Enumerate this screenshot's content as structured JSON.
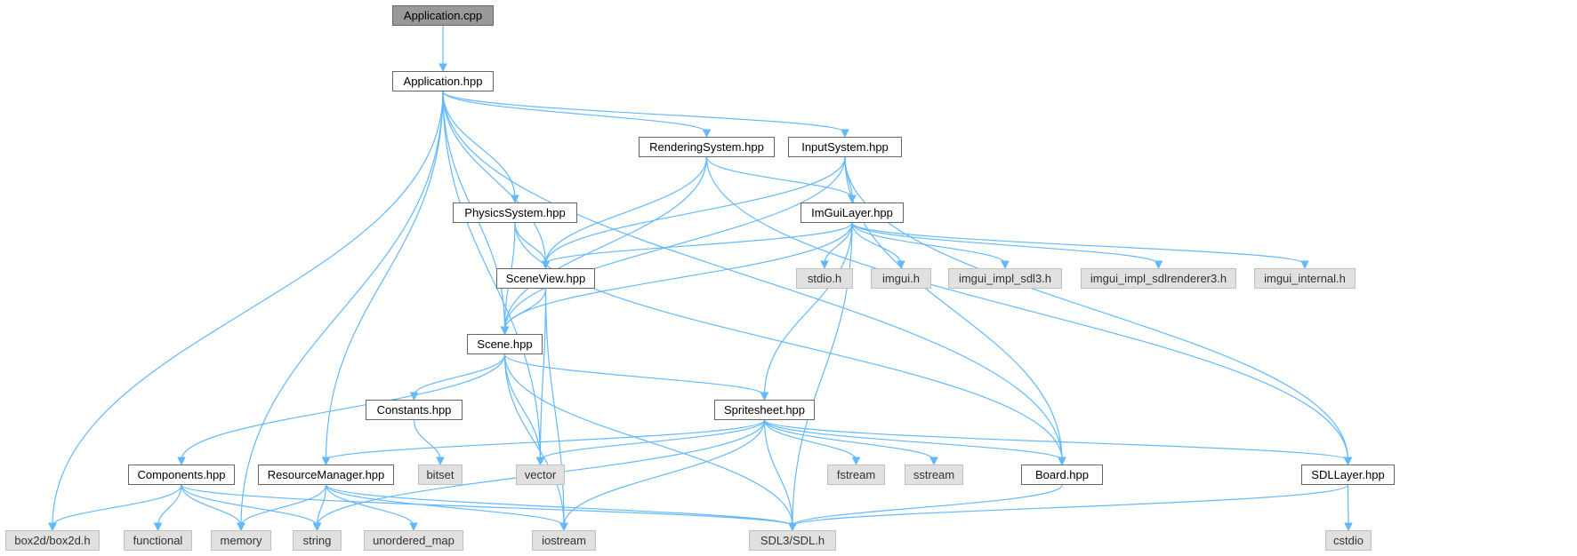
{
  "graph": {
    "colors": {
      "edge": "#63b8ff",
      "root_fill": "#999999",
      "header_fill": "#ffffff",
      "header_border": "#666666",
      "system_fill": "#e0e0e0",
      "system_border": "#c0c0c0"
    },
    "nodes": {
      "application_cpp": "Application.cpp",
      "application_hpp": "Application.hpp",
      "rendering_system_hpp": "RenderingSystem.hpp",
      "input_system_hpp": "InputSystem.hpp",
      "physics_system_hpp": "PhysicsSystem.hpp",
      "imgui_layer_hpp": "ImGuiLayer.hpp",
      "scene_view_hpp": "SceneView.hpp",
      "stdio_h": "stdio.h",
      "imgui_h": "imgui.h",
      "imgui_impl_sdl3_h": "imgui_impl_sdl3.h",
      "imgui_impl_sdlrenderer3_h": "imgui_impl_sdlrenderer3.h",
      "imgui_internal_h": "imgui_internal.h",
      "scene_hpp": "Scene.hpp",
      "constants_hpp": "Constants.hpp",
      "spritesheet_hpp": "Spritesheet.hpp",
      "bitset": "bitset",
      "components_hpp": "Components.hpp",
      "resource_manager_hpp": "ResourceManager.hpp",
      "vector": "vector",
      "fstream": "fstream",
      "sstream": "sstream",
      "board_hpp": "Board.hpp",
      "sdl_layer_hpp": "SDLLayer.hpp",
      "box2d_h": "box2d/box2d.h",
      "functional": "functional",
      "memory": "memory",
      "string": "string",
      "unordered_map": "unordered_map",
      "iostream": "iostream",
      "sdl_h": "SDL3/SDL.h",
      "cstdio": "cstdio"
    },
    "edges": [
      [
        "application_cpp",
        "application_hpp"
      ],
      [
        "application_hpp",
        "rendering_system_hpp"
      ],
      [
        "application_hpp",
        "input_system_hpp"
      ],
      [
        "application_hpp",
        "physics_system_hpp"
      ],
      [
        "application_hpp",
        "scene_view_hpp"
      ],
      [
        "application_hpp",
        "scene_hpp"
      ],
      [
        "application_hpp",
        "resource_manager_hpp"
      ],
      [
        "application_hpp",
        "vector"
      ],
      [
        "application_hpp",
        "memory"
      ],
      [
        "application_hpp",
        "box2d_h"
      ],
      [
        "application_hpp",
        "board_hpp"
      ],
      [
        "rendering_system_hpp",
        "imgui_layer_hpp"
      ],
      [
        "rendering_system_hpp",
        "scene_view_hpp"
      ],
      [
        "rendering_system_hpp",
        "scene_hpp"
      ],
      [
        "rendering_system_hpp",
        "sdl_layer_hpp"
      ],
      [
        "input_system_hpp",
        "imgui_layer_hpp"
      ],
      [
        "input_system_hpp",
        "scene_view_hpp"
      ],
      [
        "input_system_hpp",
        "scene_hpp"
      ],
      [
        "input_system_hpp",
        "board_hpp"
      ],
      [
        "input_system_hpp",
        "sdl_layer_hpp"
      ],
      [
        "physics_system_hpp",
        "scene_view_hpp"
      ],
      [
        "physics_system_hpp",
        "scene_hpp"
      ],
      [
        "physics_system_hpp",
        "board_hpp"
      ],
      [
        "imgui_layer_hpp",
        "stdio_h"
      ],
      [
        "imgui_layer_hpp",
        "imgui_h"
      ],
      [
        "imgui_layer_hpp",
        "imgui_impl_sdl3_h"
      ],
      [
        "imgui_layer_hpp",
        "imgui_impl_sdlrenderer3_h"
      ],
      [
        "imgui_layer_hpp",
        "imgui_internal_h"
      ],
      [
        "imgui_layer_hpp",
        "scene_view_hpp"
      ],
      [
        "imgui_layer_hpp",
        "scene_hpp"
      ],
      [
        "imgui_layer_hpp",
        "spritesheet_hpp"
      ],
      [
        "imgui_layer_hpp",
        "sdl_h"
      ],
      [
        "scene_view_hpp",
        "scene_hpp"
      ],
      [
        "scene_view_hpp",
        "vector"
      ],
      [
        "scene_view_hpp",
        "iostream"
      ],
      [
        "scene_hpp",
        "constants_hpp"
      ],
      [
        "scene_hpp",
        "spritesheet_hpp"
      ],
      [
        "scene_hpp",
        "components_hpp"
      ],
      [
        "scene_hpp",
        "vector"
      ],
      [
        "scene_hpp",
        "iostream"
      ],
      [
        "scene_hpp",
        "sdl_h"
      ],
      [
        "constants_hpp",
        "bitset"
      ],
      [
        "spritesheet_hpp",
        "resource_manager_hpp"
      ],
      [
        "spritesheet_hpp",
        "vector"
      ],
      [
        "spritesheet_hpp",
        "fstream"
      ],
      [
        "spritesheet_hpp",
        "sstream"
      ],
      [
        "spritesheet_hpp",
        "board_hpp"
      ],
      [
        "spritesheet_hpp",
        "sdl_layer_hpp"
      ],
      [
        "spritesheet_hpp",
        "string"
      ],
      [
        "spritesheet_hpp",
        "iostream"
      ],
      [
        "spritesheet_hpp",
        "sdl_h"
      ],
      [
        "components_hpp",
        "box2d_h"
      ],
      [
        "components_hpp",
        "functional"
      ],
      [
        "components_hpp",
        "memory"
      ],
      [
        "components_hpp",
        "string"
      ],
      [
        "components_hpp",
        "sdl_h"
      ],
      [
        "resource_manager_hpp",
        "memory"
      ],
      [
        "resource_manager_hpp",
        "string"
      ],
      [
        "resource_manager_hpp",
        "unordered_map"
      ],
      [
        "resource_manager_hpp",
        "iostream"
      ],
      [
        "resource_manager_hpp",
        "sdl_h"
      ],
      [
        "board_hpp",
        "sdl_h"
      ],
      [
        "sdl_layer_hpp",
        "sdl_h"
      ],
      [
        "sdl_layer_hpp",
        "cstdio"
      ]
    ]
  }
}
